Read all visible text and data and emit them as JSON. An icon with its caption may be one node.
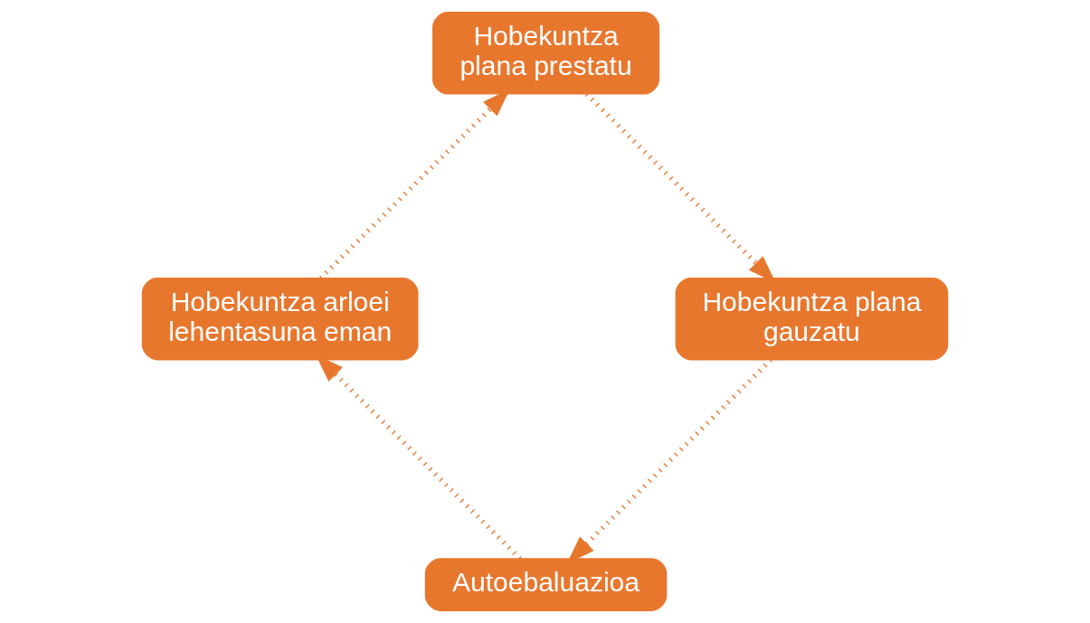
{
  "diagram": {
    "nodes": [
      {
        "text": [
          "Autoebaluazioa"
        ]
      },
      {
        "text": [
          "Hobekuntza arloei lehentasuna eman"
        ]
      },
      {
        "text": [
          "Hobekuntza plana prestatu"
        ]
      },
      {
        "text": [
          "Hobekuntza plana gauzatu"
        ]
      }
    ],
    "edges": [
      {
        "from": 0,
        "to": 1,
        "arrow": "to"
      },
      {
        "from": 1,
        "to": 2,
        "arrow": "to"
      },
      {
        "from": 2,
        "to": 3,
        "arrow": "to"
      },
      {
        "from": 3,
        "to": 0,
        "arrow": "to"
      }
    ]
  }
}
